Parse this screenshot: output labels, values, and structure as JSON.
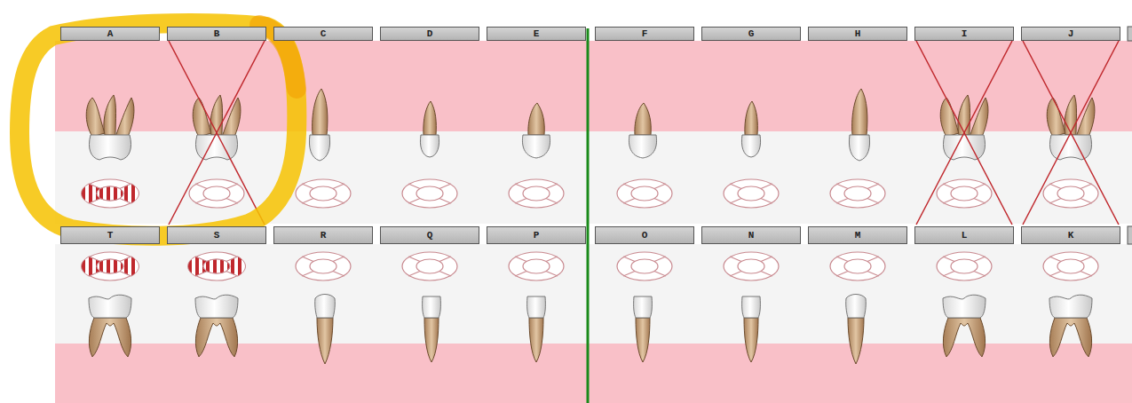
{
  "diagram": {
    "nodes": [
      {
        "text": [
          "A"
        ]
      },
      {
        "text": [
          "B"
        ]
      },
      {
        "text": [
          "C"
        ]
      },
      {
        "text": [
          "D"
        ]
      },
      {
        "text": [
          "E"
        ]
      },
      {
        "text": [
          "F"
        ]
      },
      {
        "text": [
          "G"
        ]
      },
      {
        "text": [
          "H"
        ]
      },
      {
        "text": [
          "I"
        ]
      },
      {
        "text": [
          "J"
        ]
      },
      {
        "text": [
          "T"
        ]
      },
      {
        "text": [
          "S"
        ]
      },
      {
        "text": [
          "R"
        ]
      },
      {
        "text": [
          "Q"
        ]
      },
      {
        "text": [
          "P"
        ]
      },
      {
        "text": [
          "O"
        ]
      },
      {
        "text": [
          "N"
        ]
      },
      {
        "text": [
          "M"
        ]
      },
      {
        "text": [
          "L"
        ]
      },
      {
        "text": [
          "K"
        ]
      }
    ]
  }
}
